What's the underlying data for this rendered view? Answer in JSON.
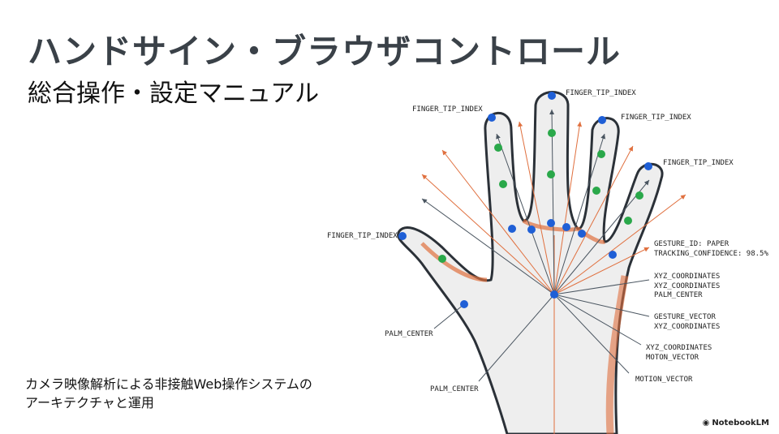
{
  "slide": {
    "title": "ハンドサイン・ブラウザコントロール",
    "subtitle": "総合操作・設定マニュアル",
    "description_line1": "カメラ映像解析による非接触Web操作システムの",
    "description_line2": "アーキテクチャと運用"
  },
  "diagram": {
    "labels": {
      "thumb_tip": "FINGER_TIP_INDEX",
      "index_tip": "FINGER_TIP_INDEX",
      "middle_tip": "FINGER_TIP_INDEX",
      "ring_tip": "FINGER_TIP_INDEX",
      "pinky_tip": "FINGER_TIP_INDEX",
      "gesture_id": "GESTURE_ID: PAPER",
      "tracking_confidence": "TRACKING_CONFIDENCE: 98.5%",
      "group1": [
        "XYZ_COORDINATES",
        "XYZ_COORDINATES",
        "PALM_CENTER"
      ],
      "group2": [
        "GESTURE_VECTOR",
        "XYZ_COORDINATES"
      ],
      "group3": [
        "XYZ_COORDINATES",
        "MOTON_VECTOR"
      ],
      "motion_vector": "MOTION_VECTOR",
      "palm_center_left": "PALM_CENTER",
      "palm_center_bottom": "PALM_CENTER"
    },
    "colors": {
      "joint_blue": "#1f5fd6",
      "joint_green": "#2aa84a",
      "accent_orange": "#e0703f",
      "line_gray": "#4a5560"
    }
  },
  "branding": {
    "logo_text": "NotebookLM"
  }
}
